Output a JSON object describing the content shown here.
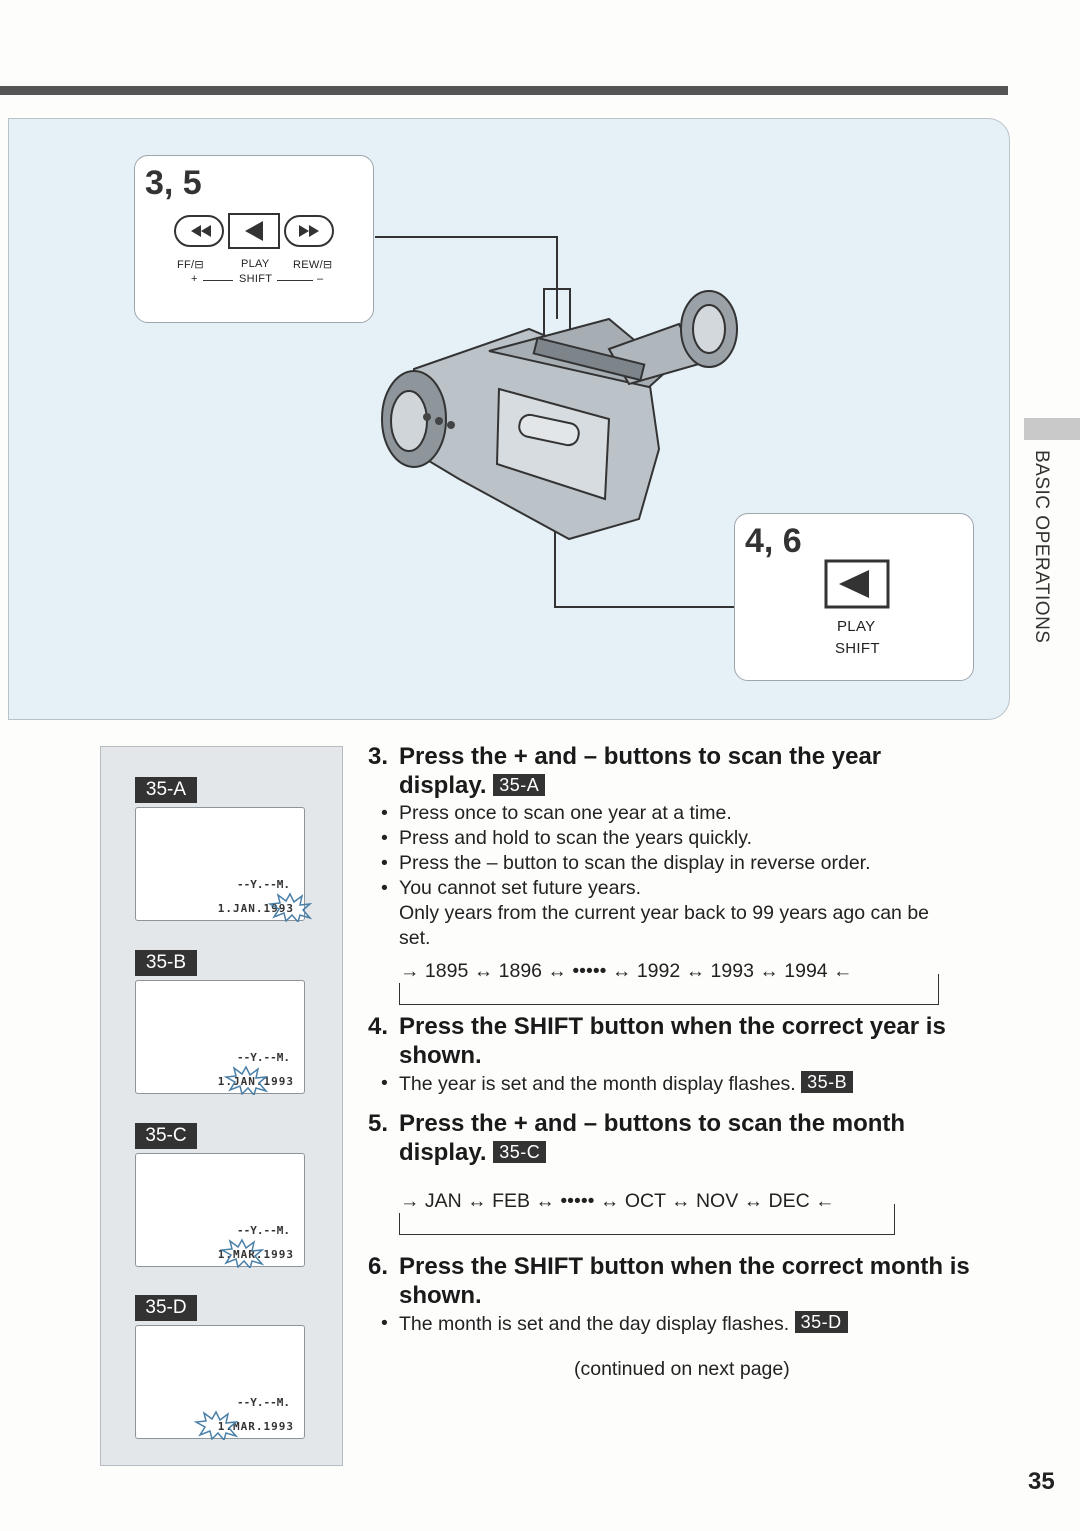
{
  "illustration": {
    "box_a": {
      "steps": "3, 5",
      "ff_label": "FF/⊟",
      "play_label": "PLAY",
      "rew_label": "REW/⊟",
      "plus": "+",
      "shift": "SHIFT",
      "minus": "–"
    },
    "box_b": {
      "steps": "4, 6",
      "play": "PLAY",
      "shift": "SHIFT"
    }
  },
  "side_tab": "BASIC OPERATIONS",
  "lcd_panels": [
    {
      "tag": "35-A",
      "line1": "--Y.--M.",
      "line2": "1.JAN.1993"
    },
    {
      "tag": "35-B",
      "line1": "--Y.--M.",
      "line2": "1.JAN.1993"
    },
    {
      "tag": "35-C",
      "line1": "--Y.--M.",
      "line2": "1.MAR.1993"
    },
    {
      "tag": "35-D",
      "line1": "--Y.--M.",
      "line2": "1.MAR.1993"
    }
  ],
  "steps": [
    {
      "num": "3.",
      "title_line1": "Press the + and – buttons to scan the year",
      "title_line2": "display.",
      "tag": "35-A",
      "bullets": [
        "Press once to scan one year at a time.",
        "Press and hold to scan the years quickly.",
        "Press the – button to scan the display in reverse order.",
        "You cannot set future years."
      ],
      "note_line1": "Only years from the current year back to 99 years ago can be",
      "note_line2": "set.",
      "cycle": "→ 1895 ↔ 1896 ↔ ••••• ↔ 1992 ↔ 1993 ↔ 1994 ←"
    },
    {
      "num": "4.",
      "title_line1": "Press the SHIFT button when the correct year is",
      "title_line2": "shown.",
      "bullet": "The year is set and the month display flashes.",
      "tag": "35-B"
    },
    {
      "num": "5.",
      "title_line1": "Press the + and – buttons to scan the month",
      "title_line2": "display.",
      "tag": "35-C",
      "cycle": "→ JAN ↔ FEB ↔ ••••• ↔ OCT ↔ NOV ↔ DEC ←"
    },
    {
      "num": "6.",
      "title_line1": "Press the SHIFT button when the correct month is",
      "title_line2": "shown.",
      "bullet": "The month is set and the day display flashes.",
      "tag": "35-D"
    }
  ],
  "continued": "(continued on next page)",
  "page_number": "35"
}
